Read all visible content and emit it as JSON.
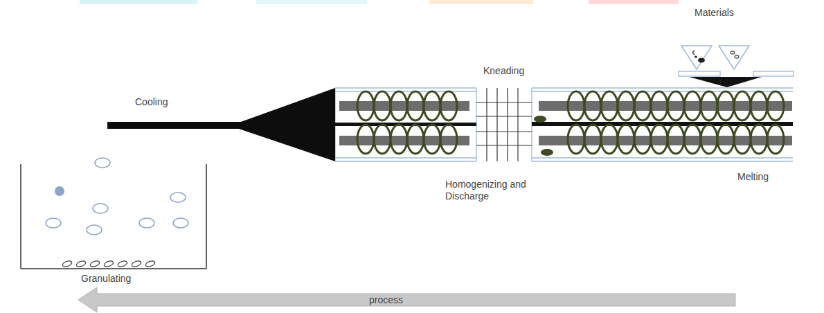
{
  "diagram": {
    "labels": [
      "Materials",
      "Kneading",
      "Cooling",
      "Homogenizing and Discharge",
      "Melting",
      "Granulating",
      "process"
    ]
  }
}
